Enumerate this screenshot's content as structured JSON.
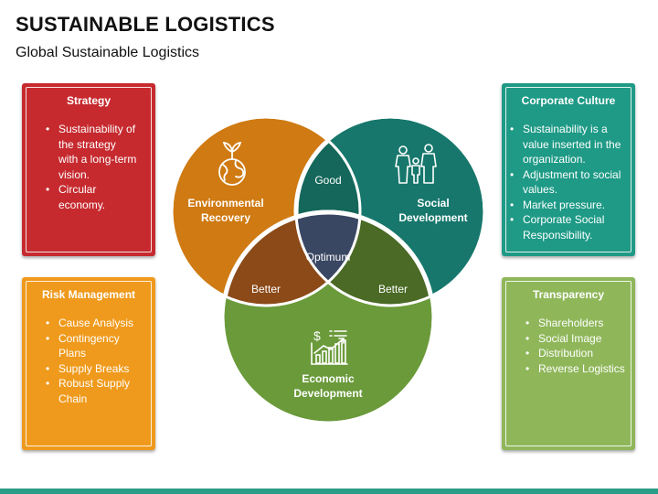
{
  "header": {
    "title": "SUSTAINABLE LOGISTICS",
    "subtitle": "Global Sustainable Logistics"
  },
  "cards": {
    "strategy": {
      "title": "Strategy",
      "color": "#c62a2f",
      "items": [
        "Sustainability of the strategy with a long-term vision.",
        "Circular economy."
      ]
    },
    "risk_management": {
      "title": "Risk Management",
      "color": "#ef9a1c",
      "items": [
        "Cause Analysis",
        "Contingency Plans",
        "Supply Breaks",
        "Robust Supply Chain"
      ]
    },
    "corporate_culture": {
      "title": "Corporate Culture",
      "color": "#1e9a86",
      "items": [
        "Sustainability is a value inserted in the organization.",
        "Adjustment to social values.",
        "Market pressure.",
        "Corporate Social Responsibility."
      ]
    },
    "transparency": {
      "title": "Transparency",
      "color": "#8fb75a",
      "items": [
        "Shareholders",
        "Social Image",
        "Distribution",
        "Reverse Logistics"
      ]
    }
  },
  "venn": {
    "environmental": {
      "line1": "Environmental",
      "line2": "Recovery",
      "color": "#cf7a12",
      "icon": "globe-plant-icon"
    },
    "social": {
      "line1": "Social",
      "line2": "Development",
      "color": "#17776c",
      "icon": "family-icon"
    },
    "economic": {
      "line1": "Economic",
      "line2": "Development",
      "color": "#6a9a3a",
      "icon": "growth-chart-icon"
    },
    "good": {
      "label": "Good",
      "color": "#14675a"
    },
    "better_left": {
      "label": "Better",
      "color": "#8b4a17"
    },
    "better_right": {
      "label": "Better",
      "color": "#4a6a25"
    },
    "optimum": {
      "label": "Optimum",
      "color": "#3a4763"
    }
  },
  "footer": {
    "bar_color": "#2a9d86"
  }
}
